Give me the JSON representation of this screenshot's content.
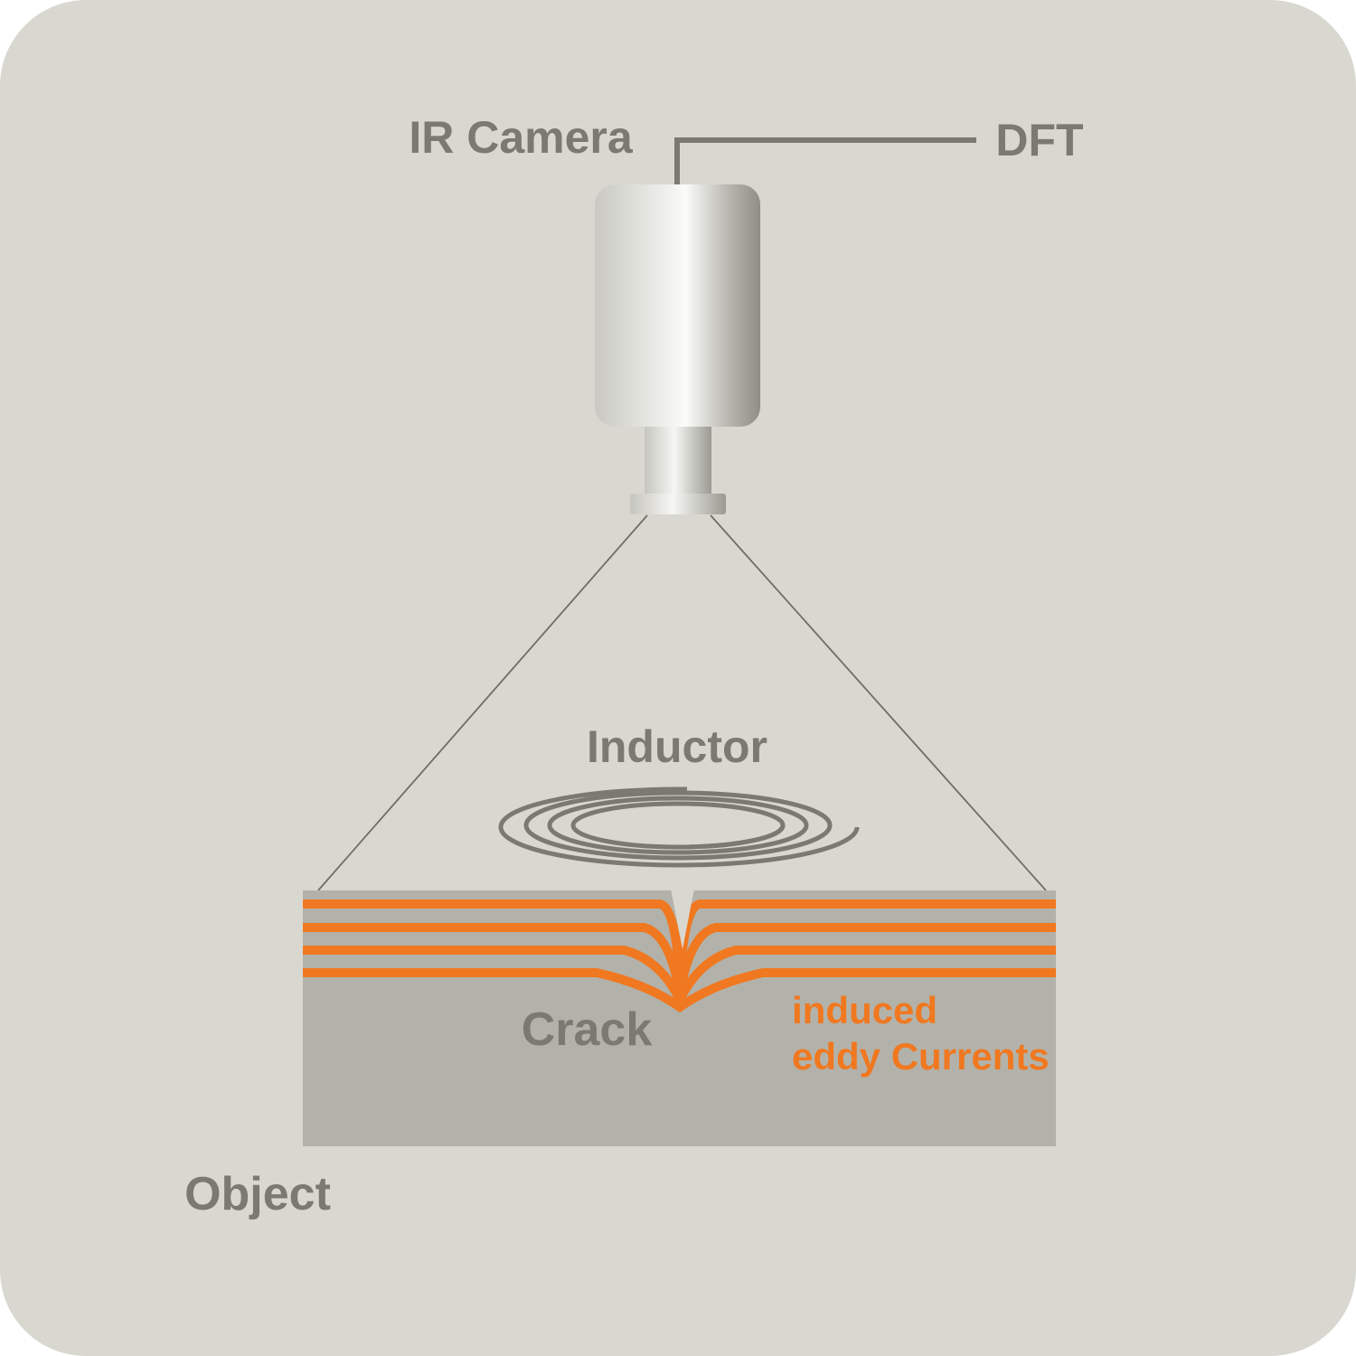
{
  "labels": {
    "ir_camera": "IR Camera",
    "dft": "DFT",
    "inductor": "Inductor",
    "crack": "Crack",
    "induced_line1": "induced",
    "induced_line2": "eddy Currents",
    "object": "Object"
  },
  "colors": {
    "background": "#d9d8d0",
    "text_gray": "#7a7a72",
    "object_fill": "#b3b2aa",
    "eddy_orange": "#f07820",
    "line": "#6e6e66",
    "camera_light": "#f4f4f1",
    "camera_dark": "#8f8e86"
  },
  "icons": [
    "ir-camera-icon",
    "inductor-coil-icon"
  ]
}
